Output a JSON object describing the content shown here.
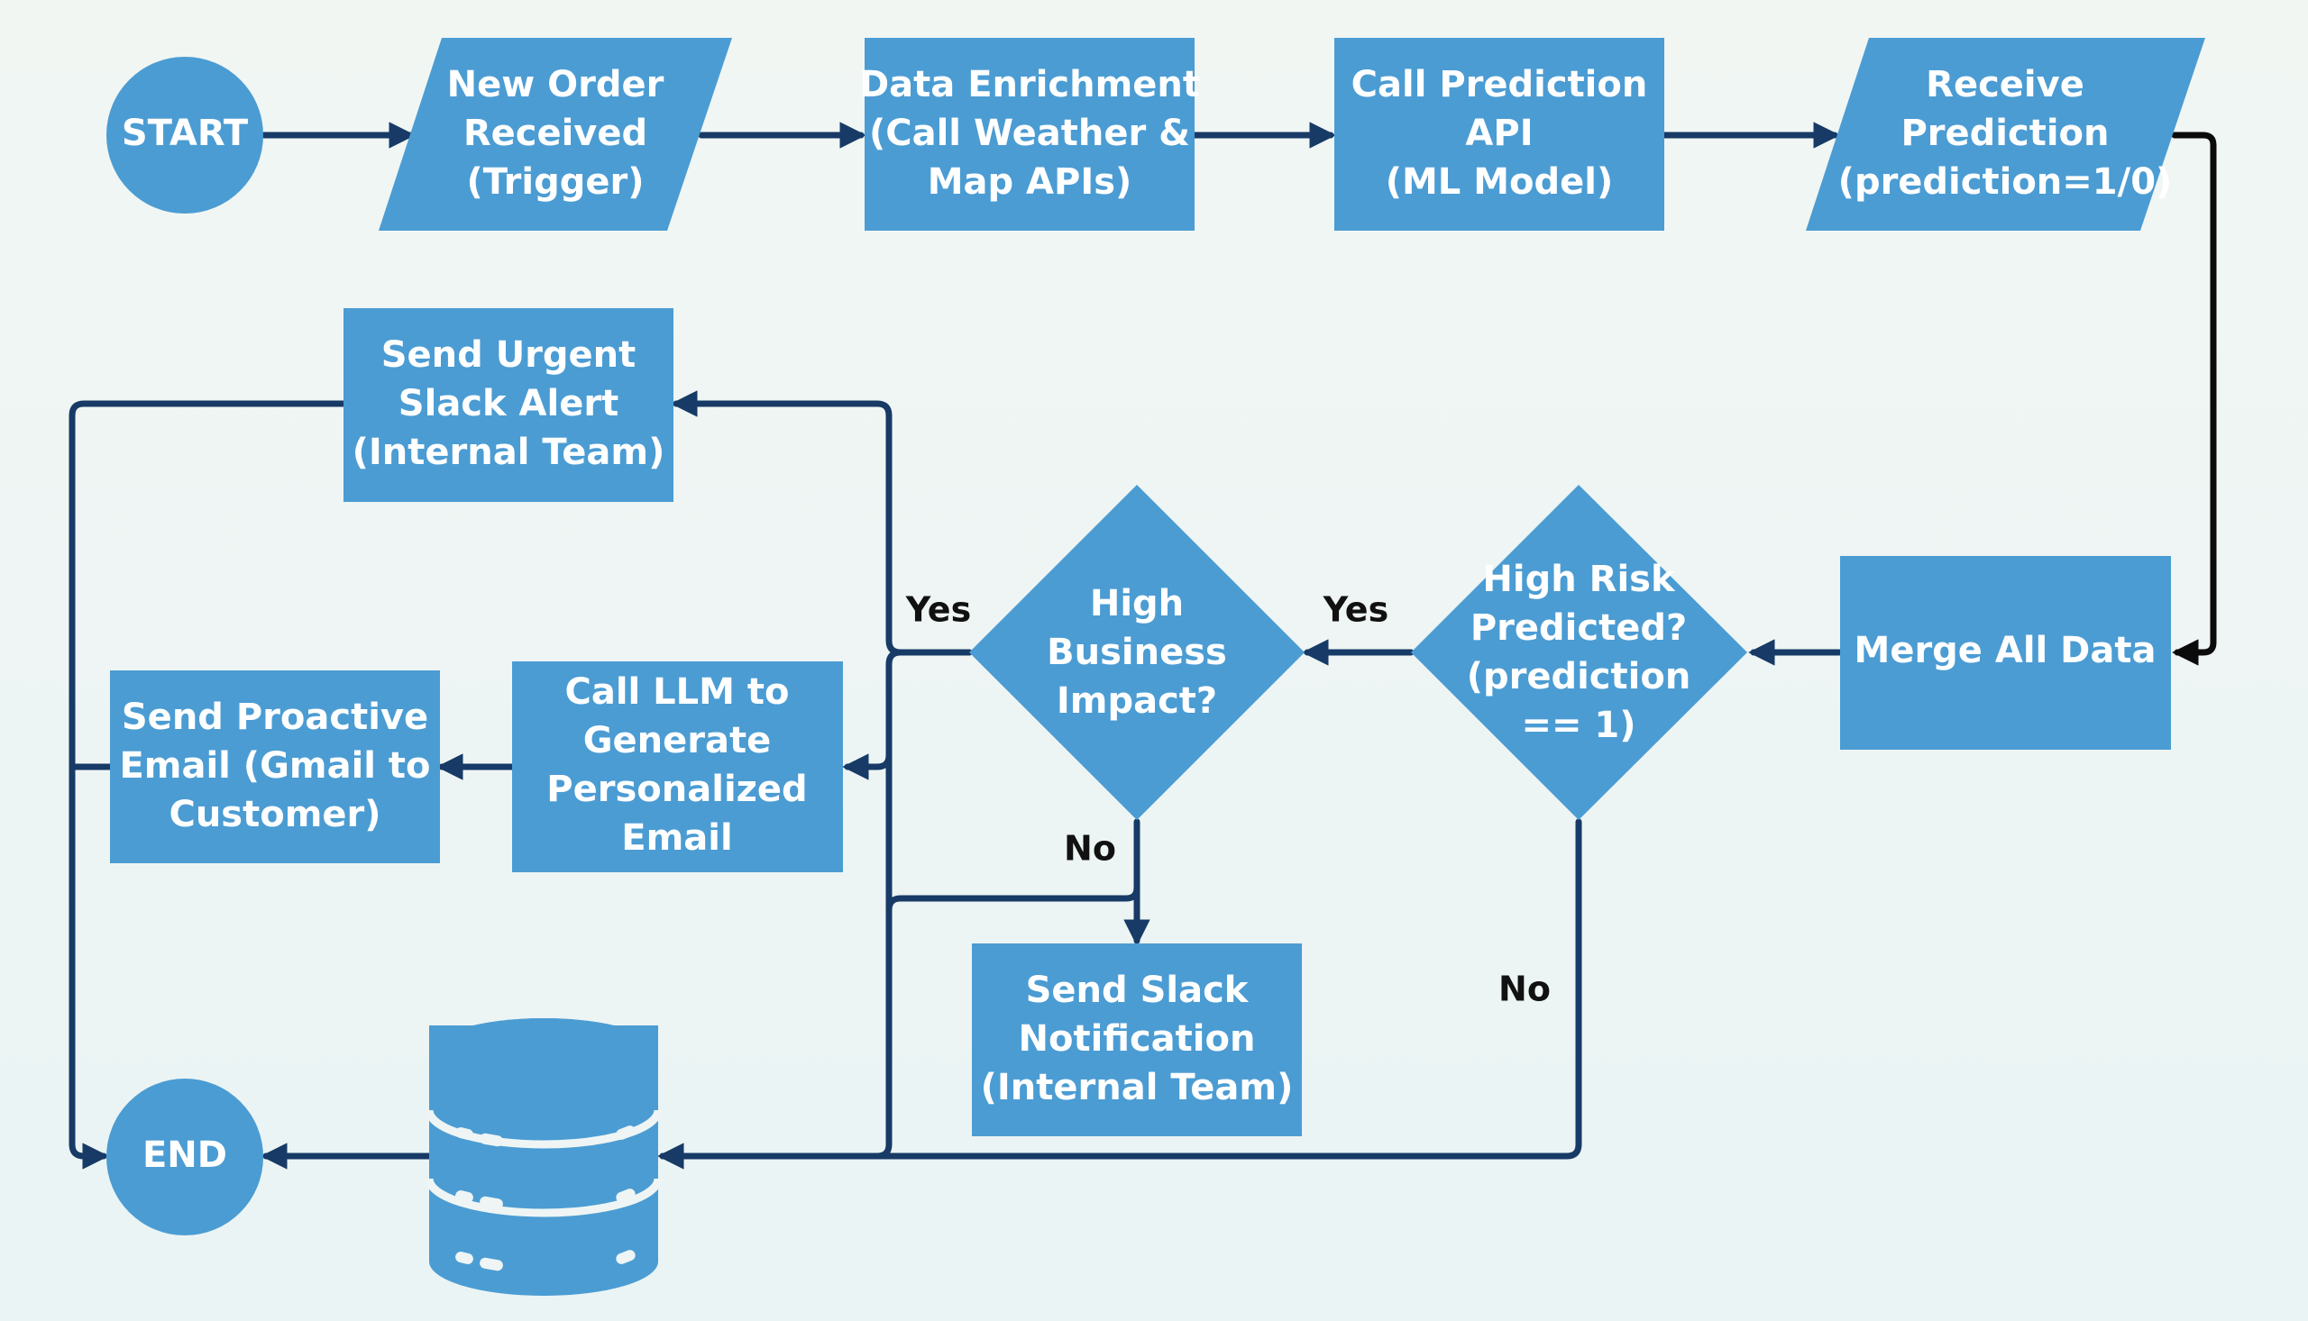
{
  "colors": {
    "node_fill": "#4b9cd3",
    "connector": "#173a66",
    "connector_black": "#0b0b0b",
    "label_text": "#111111",
    "node_text": "#ffffff"
  },
  "nodes": {
    "start": [
      "START"
    ],
    "new_order": [
      "New Order",
      "Received",
      "(Trigger)"
    ],
    "data_enrichment": [
      "Data Enrichment",
      "(Call Weather &",
      "Map APIs)"
    ],
    "call_prediction": [
      "Call Prediction",
      "API",
      "(ML Model)"
    ],
    "receive_prediction": [
      "Receive",
      "Prediction",
      "(prediction=1/0)"
    ],
    "merge_data": [
      "Merge All Data"
    ],
    "high_risk": [
      "High Risk",
      "Predicted?",
      "(prediction",
      "== 1)"
    ],
    "high_impact": [
      "High",
      "Business",
      "Impact?"
    ],
    "urgent_slack": [
      "Send Urgent",
      "Slack Alert",
      "(Internal Team)"
    ],
    "call_llm": [
      "Call LLM to",
      "Generate",
      "Personalized",
      "Email"
    ],
    "proactive_email": [
      "Send Proactive",
      "Email (Gmail to",
      "Customer)"
    ],
    "slack_notification": [
      "Send Slack",
      "Notification",
      "(Internal Team)"
    ],
    "end": [
      "END"
    ]
  },
  "labels": {
    "risk_yes": "Yes",
    "risk_no": "No",
    "impact_yes": "Yes",
    "impact_no": "No"
  },
  "icons": {
    "database": "database-icon"
  }
}
